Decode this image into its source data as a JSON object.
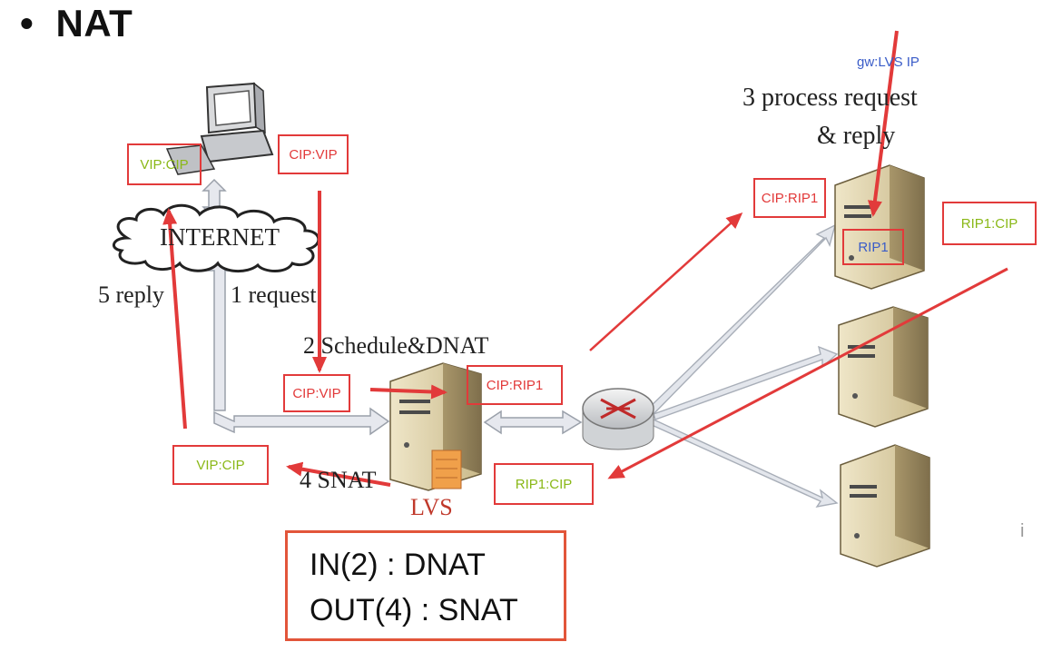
{
  "title": "NAT",
  "nodes": {
    "internet": "INTERNET",
    "lvs": "LVS"
  },
  "steps": {
    "step1": "1 request",
    "step2": "2 Schedule&DNAT",
    "step3_line1": "3 process request",
    "step3_line2": "& reply",
    "step4": "4 SNAT",
    "step5": "5 reply"
  },
  "labels": {
    "vip_cip_top": "VIP:CIP",
    "cip_vip_top": "CIP:VIP",
    "cip_vip_mid": "CIP:VIP",
    "cip_rip1_mid": "CIP:RIP1",
    "vip_cip_bottom": "VIP:CIP",
    "rip1_cip_bottom": "RIP1:CIP",
    "cip_rip1_top": "CIP:RIP1",
    "rip1": "RIP1",
    "rip1_cip_right": "RIP1:CIP",
    "gw": "gw:LVS IP"
  },
  "mode_box": {
    "line1": "IN(2) : DNAT",
    "line2": "OUT(4) : SNAT"
  },
  "side_mark": "i",
  "colors": {
    "arrow": "#e23a3a",
    "green_label": "#8ab817",
    "blue_label": "#3a5cc8",
    "gray_arrow": "#c8cbd4"
  }
}
